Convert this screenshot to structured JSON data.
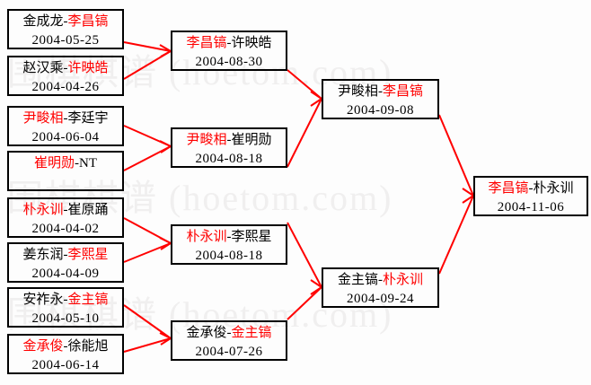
{
  "diagram": {
    "type": "tournament-bracket",
    "accent_winner_color": "#ff0000",
    "box_border_color": "#000000",
    "connector_color": "#ff0000",
    "watermark_color": "#f0efef"
  },
  "watermark": {
    "line1": "围棋棋谱 (hoetom.com)",
    "line2": "围棋棋谱 (hoetom.com)",
    "line3": "围棋棋谱 (hoetom.com)",
    "line4": "com)"
  },
  "rounds": [
    {
      "name": "round-1",
      "matches": [
        {
          "id": "r1m1",
          "p1": "金成龙",
          "sep": "-",
          "p2": "李昌镐",
          "winner": "p2",
          "date": "2004-05-25"
        },
        {
          "id": "r1m2",
          "p1": "赵汉乘",
          "sep": "-",
          "p2": "许映皓",
          "winner": "p2",
          "date": "2004-04-26"
        },
        {
          "id": "r1m3",
          "p1": "尹畯相",
          "sep": "-",
          "p2": "李廷宇",
          "winner": "p1",
          "date": "2004-06-04"
        },
        {
          "id": "r1m4",
          "p1": "崔明勋",
          "sep": "-",
          "p2": "NT",
          "winner": "p1",
          "date": ""
        },
        {
          "id": "r1m5",
          "p1": "朴永训",
          "sep": "-",
          "p2": "崔原踊",
          "winner": "p1",
          "date": "2004-04-02"
        },
        {
          "id": "r1m6",
          "p1": "姜东润",
          "sep": "-",
          "p2": "李熙星",
          "winner": "p2",
          "date": "2004-04-09"
        },
        {
          "id": "r1m7",
          "p1": "安祚永",
          "sep": "-",
          "p2": "金主镐",
          "winner": "p2",
          "date": "2004-05-10"
        },
        {
          "id": "r1m8",
          "p1": "金承俊",
          "sep": "-",
          "p2": "徐能旭",
          "winner": "p1",
          "date": "2004-06-14"
        }
      ]
    },
    {
      "name": "round-2",
      "matches": [
        {
          "id": "r2m1",
          "p1": "李昌镐",
          "sep": "-",
          "p2": "许映皓",
          "winner": "p1",
          "date": "2004-08-30"
        },
        {
          "id": "r2m2",
          "p1": "尹畯相",
          "sep": "-",
          "p2": "崔明勋",
          "winner": "p1",
          "date": "2004-08-18"
        },
        {
          "id": "r2m3",
          "p1": "朴永训",
          "sep": "-",
          "p2": "李熙星",
          "winner": "p1",
          "date": "2004-08-18"
        },
        {
          "id": "r2m4",
          "p1": "金承俊",
          "sep": "-",
          "p2": "金主镐",
          "winner": "p2",
          "date": "2004-07-26"
        }
      ]
    },
    {
      "name": "semifinal",
      "matches": [
        {
          "id": "r3m1",
          "p1": "尹畯相",
          "sep": "-",
          "p2": "李昌镐",
          "winner": "p2",
          "date": "2004-09-08"
        },
        {
          "id": "r3m2",
          "p1": "金主镐",
          "sep": "-",
          "p2": "朴永训",
          "winner": "p2",
          "date": "2004-09-24"
        }
      ]
    },
    {
      "name": "final",
      "matches": [
        {
          "id": "r4m1",
          "p1": "李昌镐",
          "sep": "-",
          "p2": "朴永训",
          "winner": "p1",
          "date": "2004-11-06"
        }
      ]
    }
  ]
}
